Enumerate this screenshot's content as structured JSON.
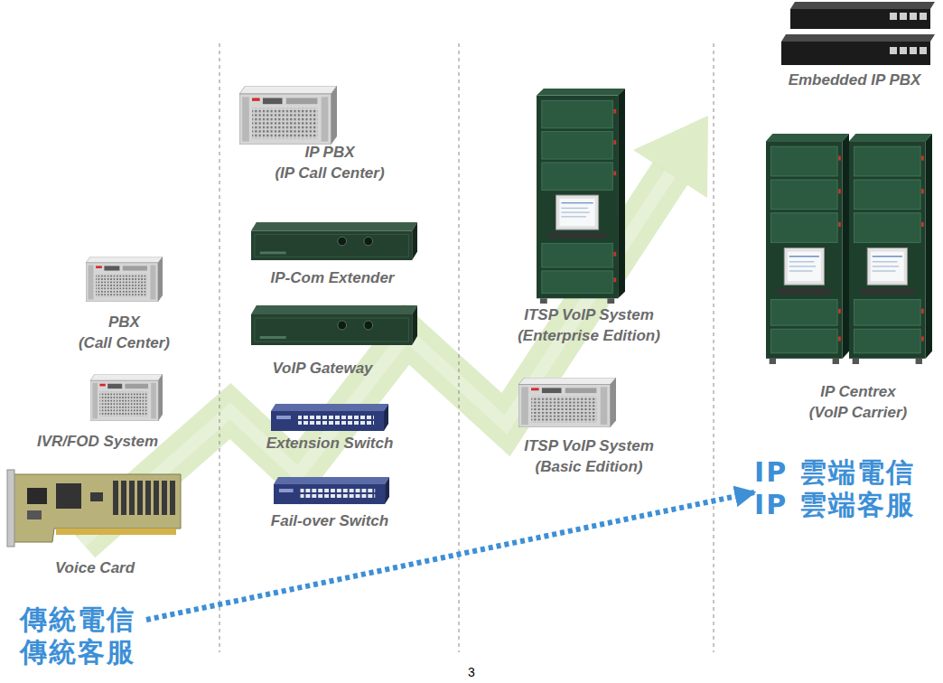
{
  "diagram": {
    "nodes": [
      {
        "text": [
          "PBX (Call Center)"
        ]
      },
      {
        "text": [
          "IVR/FOD System"
        ]
      },
      {
        "text": [
          "Voice Card"
        ]
      },
      {
        "text": [
          "傳統電信 傳統客服"
        ]
      },
      {
        "text": [
          "IP PBX (IP Call Center)"
        ]
      },
      {
        "text": [
          "IP-Com Extender"
        ]
      },
      {
        "text": [
          "VoIP Gateway"
        ]
      },
      {
        "text": [
          "Extension Switch"
        ]
      },
      {
        "text": [
          "Fail-over Switch"
        ]
      },
      {
        "text": [
          "ITSP VoIP System (Enterprise Edition)"
        ]
      },
      {
        "text": [
          "ITSP VoIP System (Basic Edition)"
        ]
      },
      {
        "text": [
          "Embedded IP PBX"
        ]
      },
      {
        "text": [
          "IP Centrex (VoIP Carrier)"
        ]
      },
      {
        "text": [
          "IP 雲端電信 IP 雲端客服"
        ]
      }
    ],
    "edges": [
      {
        "from": 3,
        "to": 13,
        "arrow": "to"
      }
    ],
    "labels": [
      "3"
    ]
  }
}
